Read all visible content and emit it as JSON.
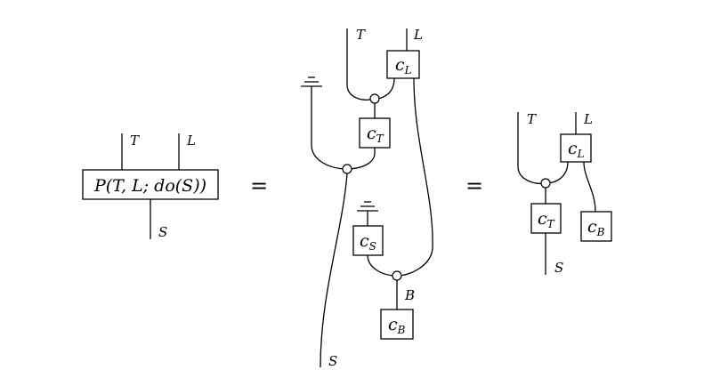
{
  "equation": {
    "equals_sign": "="
  },
  "left_diagram": {
    "box_label": "P(T, L; do(S))",
    "wire_top_left": "T",
    "wire_top_right": "L",
    "wire_bottom": "S"
  },
  "middle_diagram": {
    "top_label_T": "T",
    "top_label_L": "L",
    "box_cL": {
      "main": "c",
      "sub": "L"
    },
    "box_cT": {
      "main": "c",
      "sub": "T"
    },
    "box_cS": {
      "main": "c",
      "sub": "S"
    },
    "box_cB": {
      "main": "c",
      "sub": "B"
    },
    "label_B": "B",
    "label_S": "S"
  },
  "right_diagram": {
    "top_label_T": "T",
    "top_label_L": "L",
    "box_cL": {
      "main": "c",
      "sub": "L"
    },
    "box_cT": {
      "main": "c",
      "sub": "T"
    },
    "box_cB": {
      "main": "c",
      "sub": "B"
    },
    "label_S": "S"
  }
}
